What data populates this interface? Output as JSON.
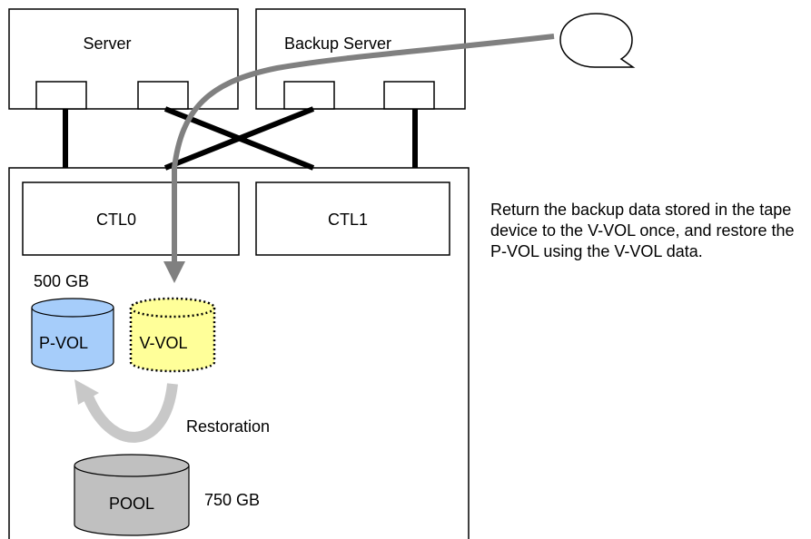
{
  "servers": {
    "server_label": "Server",
    "backup_server_label": "Backup Server"
  },
  "storage": {
    "ctl0_label": "CTL0",
    "ctl1_label": "CTL1",
    "pvol_size": "500 GB",
    "pvol_label": "P-VOL",
    "vvol_label": "V-VOL",
    "pool_label": "POOL",
    "pool_size": "750 GB",
    "restoration_label": "Restoration"
  },
  "note": {
    "text": "Return the backup data stored in the tape device to the V-VOL once, and restore the P-VOL using the V-VOL data."
  },
  "icons": {
    "tape": "tape-device-icon"
  },
  "colors": {
    "pvol_fill": "#a6cdfa",
    "vvol_fill": "#ffff99",
    "pool_fill": "#c0c0c0",
    "restore_path": "#808080",
    "restoration_arrow": "#c8c8c8"
  }
}
